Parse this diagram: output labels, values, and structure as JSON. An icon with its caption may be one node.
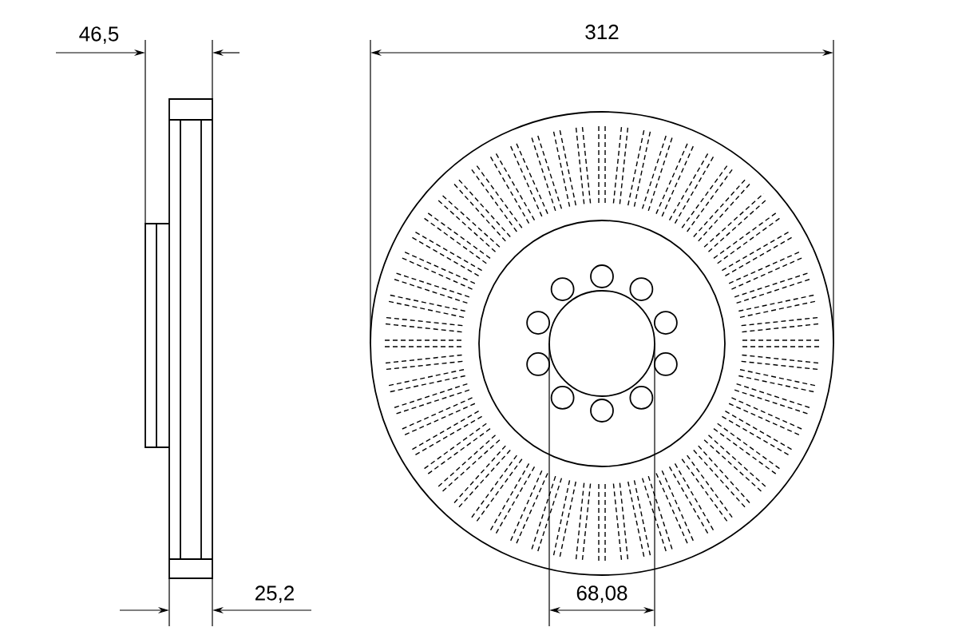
{
  "diagram": {
    "labels": [
      "46,5",
      "312",
      "25,2",
      "68,08"
    ]
  }
}
